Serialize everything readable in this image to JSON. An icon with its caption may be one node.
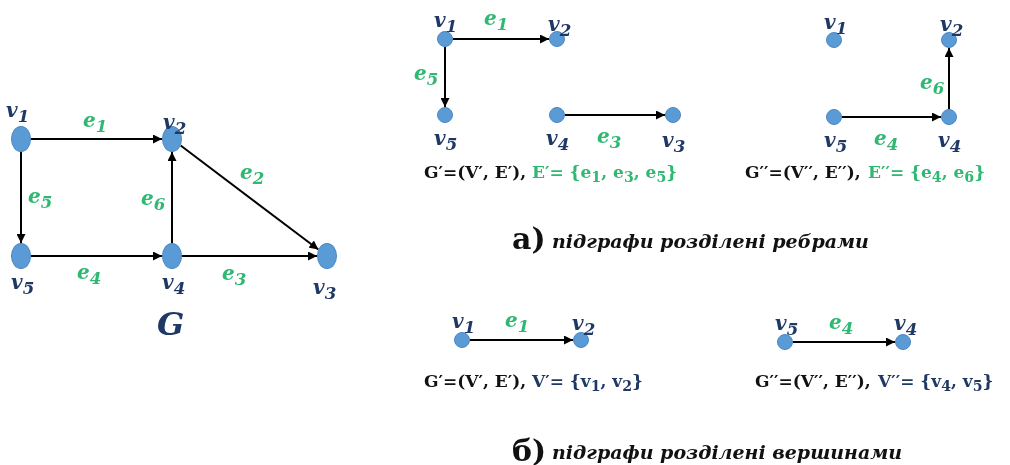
{
  "diagram": {
    "nodes": [
      {
        "text": [],
        "shape": "circle",
        "beside": [
          "v$_{1}$"
        ]
      },
      {
        "text": [],
        "shape": "circle",
        "beside": [
          "v$_{2}$"
        ]
      },
      {
        "text": [],
        "shape": "circle",
        "beside": [
          "v$_{5}$"
        ]
      },
      {
        "text": [],
        "shape": "circle",
        "beside": [
          "v$_{4}$"
        ]
      },
      {
        "text": [],
        "shape": "circle",
        "beside": [
          "v$_{3}$"
        ]
      },
      {
        "text": [],
        "shape": "circle",
        "beside": [
          "v$_{1}$"
        ]
      },
      {
        "text": [],
        "shape": "circle",
        "beside": [
          "v$_{2}$"
        ]
      },
      {
        "text": [],
        "shape": "circle",
        "beside": [
          "v$_{5}$"
        ]
      },
      {
        "text": [],
        "shape": "circle",
        "beside": [
          "v$_{4}$"
        ]
      },
      {
        "text": [],
        "shape": "circle",
        "beside": [
          "v$_{3}$"
        ]
      },
      {
        "text": [],
        "shape": "circle",
        "beside": [
          "v$_{1}$"
        ]
      },
      {
        "text": [],
        "shape": "circle",
        "beside": [
          "v$_{2}$"
        ]
      },
      {
        "text": [],
        "shape": "circle",
        "beside": [
          "v$_{5}$"
        ]
      },
      {
        "text": [],
        "shape": "circle",
        "beside": [
          "v$_{4}$"
        ]
      },
      {
        "text": [],
        "shape": "circle",
        "beside": [
          "v$_{1}$"
        ]
      },
      {
        "text": [],
        "shape": "circle",
        "beside": [
          "v$_{2}$"
        ]
      },
      {
        "text": [],
        "shape": "circle",
        "beside": [
          "v$_{5}$"
        ]
      },
      {
        "text": [],
        "shape": "circle",
        "beside": [
          "v$_{4}$"
        ]
      }
    ],
    "edges": [
      {
        "from": 0,
        "to": 1,
        "arrow": "to",
        "label": "e$_{1}$"
      },
      {
        "from": 1,
        "to": 4,
        "arrow": "to",
        "label": "e$_{2}$"
      },
      {
        "from": 3,
        "to": 4,
        "arrow": "to",
        "label": "e$_{3}$"
      },
      {
        "from": 2,
        "to": 3,
        "arrow": "to",
        "label": "e$_{4}$"
      },
      {
        "from": 0,
        "to": 2,
        "arrow": "to",
        "label": "e$_{5}$"
      },
      {
        "from": 3,
        "to": 1,
        "arrow": "to",
        "label": "e$_{6}$"
      },
      {
        "from": 5,
        "to": 6,
        "arrow": "to",
        "label": "e$_{1}$"
      },
      {
        "from": 8,
        "to": 9,
        "arrow": "to",
        "label": "e$_{3}$"
      },
      {
        "from": 5,
        "to": 7,
        "arrow": "to",
        "label": "e$_{5}$"
      },
      {
        "from": 12,
        "to": 13,
        "arrow": "to",
        "label": "e$_{4}$"
      },
      {
        "from": 13,
        "to": 11,
        "arrow": "to",
        "label": "e$_{6}$"
      },
      {
        "from": 14,
        "to": 15,
        "arrow": "to",
        "label": "e$_{1}$"
      },
      {
        "from": 16,
        "to": 17,
        "arrow": "to",
        "label": "e$_{4}$"
      }
    ],
    "labels": [
      "G′=(V′, E′),",
      "E′= {e$_{1}$, e$_{3}$, e$_{5}$}",
      "G′′=(V′′, E′′),",
      "E′′= {e$_{4}$, e$_{6}$}",
      "а)",
      "підграфи розділені ребрами",
      "G",
      "G′=(V′, E′),",
      "V′= {v$_{1}$, v$_{2}$}",
      "G′′=(V′′, E′′),",
      "V′′= {v$_{4}$, v$_{5}$}",
      "б)",
      "підграфи розділені вершинами"
    ]
  }
}
